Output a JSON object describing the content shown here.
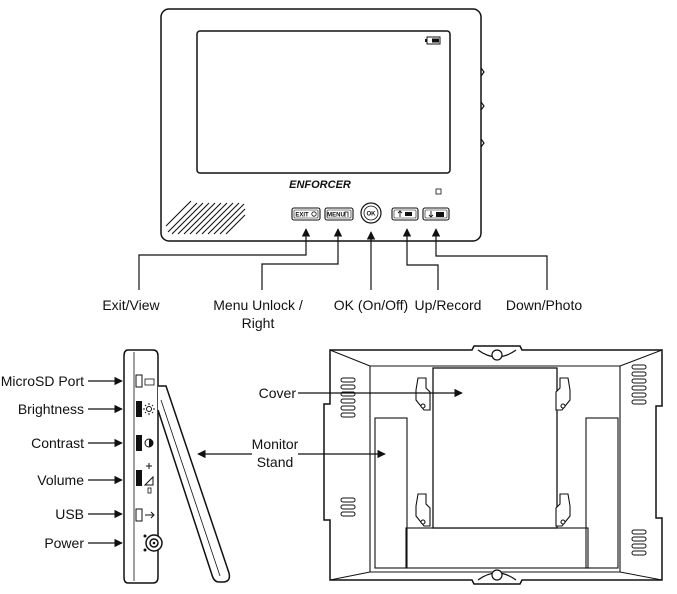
{
  "brand": "ENFORCER",
  "buttons": {
    "exit": "EXIT",
    "menu": "MENU",
    "ok": "OK"
  },
  "front_labels": {
    "exit_view": "Exit/View",
    "menu_unlock": "Menu Unlock /",
    "menu_right": "Right",
    "ok": "OK (On/Off)",
    "up_record": "Up/Record",
    "down_photo": "Down/Photo"
  },
  "side_labels": {
    "microsd": "MicroSD Port",
    "brightness": "Brightness",
    "contrast": "Contrast",
    "volume": "Volume",
    "usb": "USB",
    "power": "Power"
  },
  "back_labels": {
    "cover": "Cover",
    "monitor": "Monitor",
    "stand": "Stand"
  }
}
